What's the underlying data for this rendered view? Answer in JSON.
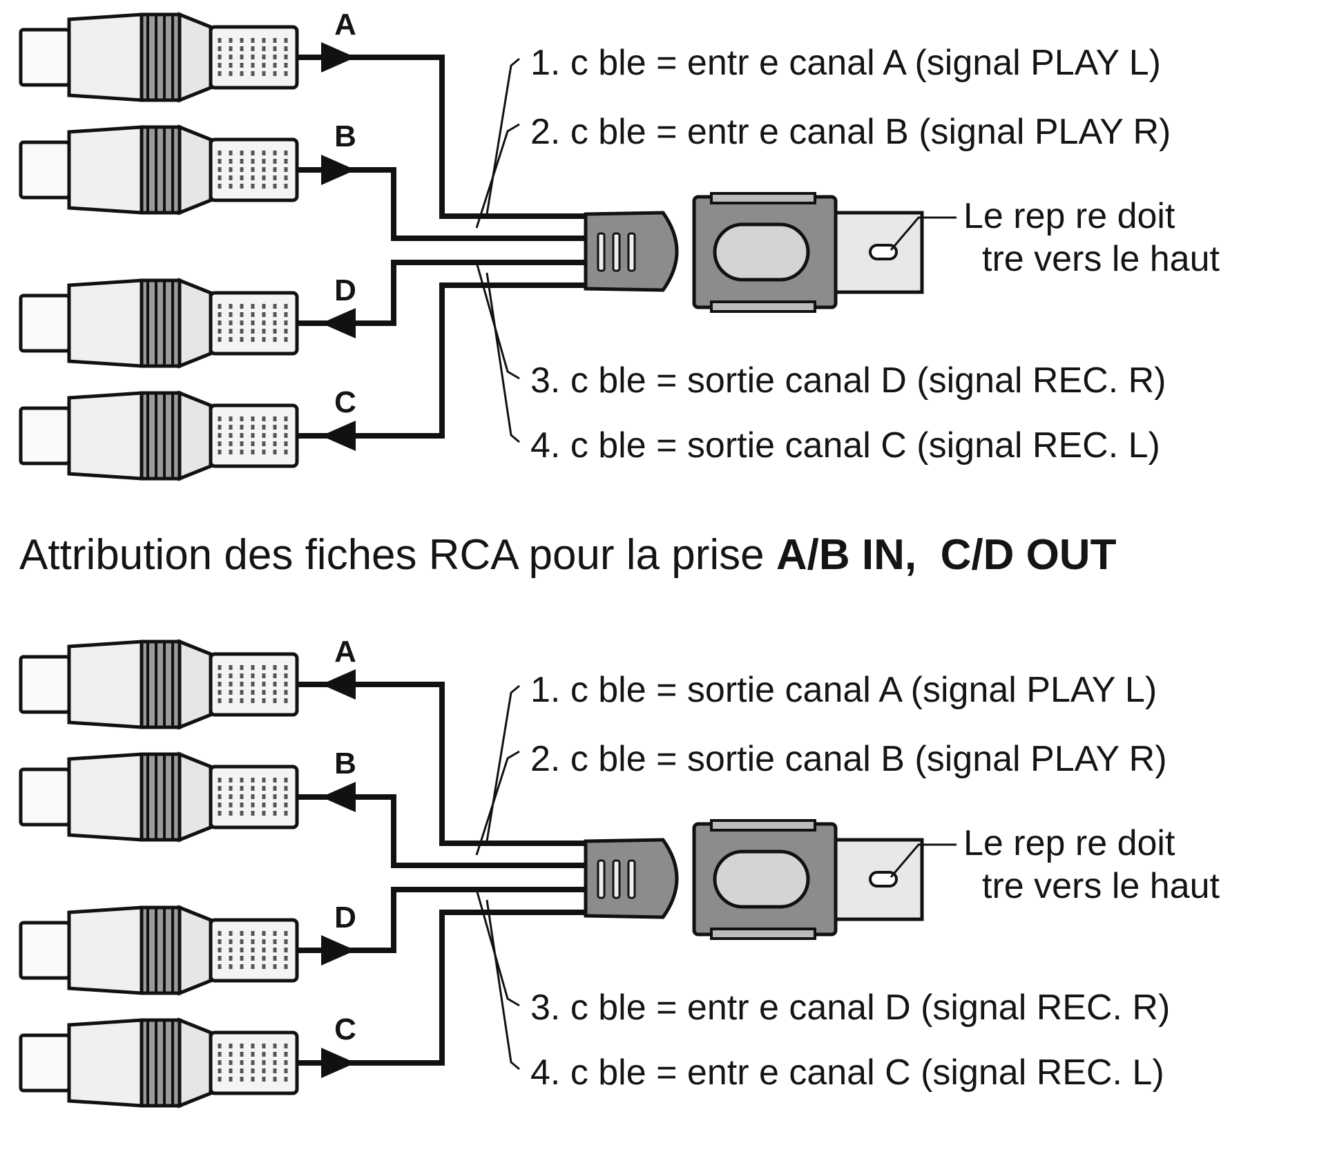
{
  "top": {
    "letters": [
      "A",
      "B",
      "D",
      "C"
    ],
    "labels": [
      "1. c  ble = entr  e canal A (signal PLAY L)",
      "2. c  ble = entr  e canal B (signal PLAY R)",
      "3. c  ble = sortie canal D (signal REC. R)",
      "4. c  ble = sortie canal C (signal REC. L)"
    ],
    "notch_note": [
      "Le rep  re doit",
      "tre vers le haut"
    ]
  },
  "caption": {
    "text": "Attribution des fiches RCA pour la prise ",
    "bold1": "A/B IN,",
    "bold2": "C/D OUT"
  },
  "bottom": {
    "letters": [
      "A",
      "B",
      "D",
      "C"
    ],
    "labels": [
      "1. c  ble = sortie canal A (signal PLAY L)",
      "2. c  ble = sortie canal B (signal PLAY R)",
      "3. c  ble = entr  e canal D (signal REC. R)",
      "4. c  ble = entr  e canal C (signal REC. L)"
    ],
    "notch_note": [
      "Le rep  re doit",
      "tre vers le haut"
    ]
  },
  "colors": {
    "line": "#111111",
    "plug_fill": "#f0f0f0",
    "connector_light": "#d4d4d4",
    "connector_dark": "#8c8c8c"
  }
}
